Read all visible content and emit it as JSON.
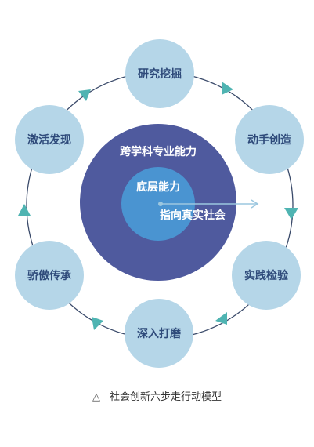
{
  "diagram": {
    "outer_circle_label": "跨学科专业能力",
    "inner_circle_label": "底层能力",
    "arrow_label": "指向真实社会",
    "steps": [
      {
        "label": "研究挖掘"
      },
      {
        "label": "动手创造"
      },
      {
        "label": "实践检验"
      },
      {
        "label": "深入打磨"
      },
      {
        "label": "骄傲传承"
      },
      {
        "label": "激活发现"
      }
    ],
    "caption_mark": "△",
    "caption": "社会创新六步走行动模型"
  },
  "colors": {
    "step_fill": "#b5d6e8",
    "step_text": "#2e4a7a",
    "outer_circle": "#4f5a9e",
    "inner_circle": "#4a94d1",
    "ring": "#3a4a6a",
    "triangle": "#4fb4b2",
    "pointer": "#9cc7df"
  }
}
